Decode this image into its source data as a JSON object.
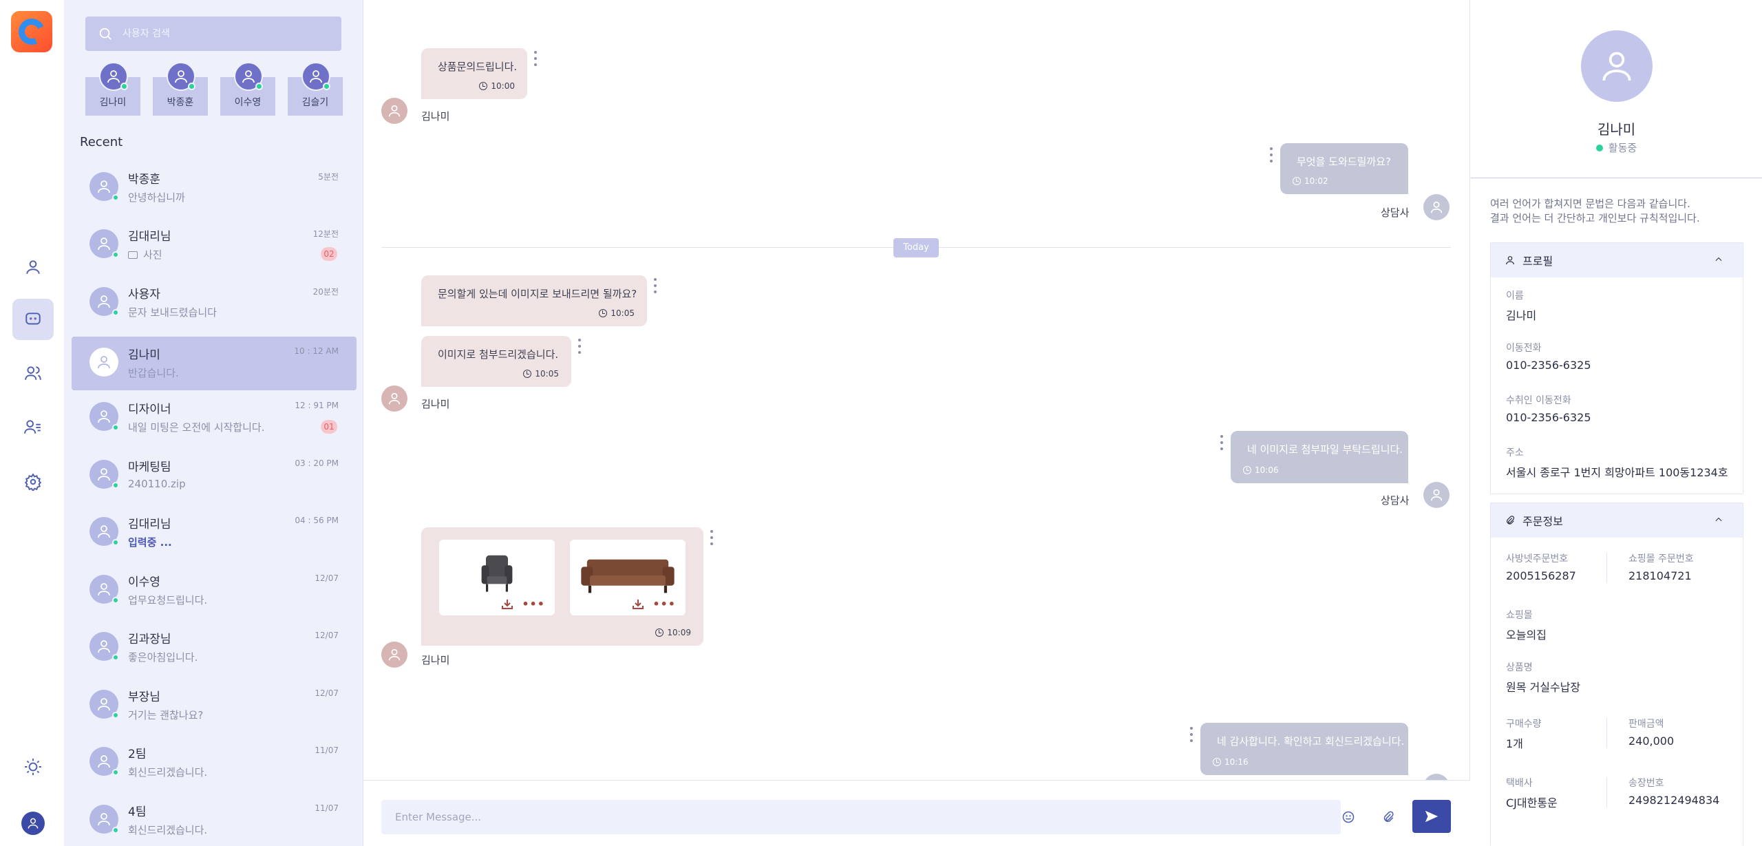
{
  "search": {
    "placeholder": "사용자 검색"
  },
  "favorites": [
    {
      "name": "김나미"
    },
    {
      "name": "박종훈"
    },
    {
      "name": "이수영"
    },
    {
      "name": "김슬기"
    }
  ],
  "recent_title": "Recent",
  "chats": [
    {
      "name": "박종훈",
      "message": "안녕하십니까",
      "time": "5분전",
      "badge": ""
    },
    {
      "name": "김대리님",
      "message": "사진",
      "time": "12분전",
      "badge": "02"
    },
    {
      "name": "사용자",
      "message": "문자 보내드렸습니다",
      "time": "20분전",
      "badge": ""
    },
    {
      "name": "김나미",
      "message": "반갑습니다.",
      "time": "10 : 12 AM",
      "badge": ""
    },
    {
      "name": "디자이너",
      "message": "내일 미팅은 오전에 시작합니다.",
      "time": "12 : 91 PM",
      "badge": "01"
    },
    {
      "name": "마케팅팀",
      "message": "240110.zip",
      "time": "03 : 20 PM",
      "badge": ""
    },
    {
      "name": "김대리님",
      "message": "입력중 ...",
      "time": "04 : 56 PM",
      "badge": ""
    },
    {
      "name": "이수영",
      "message": "업무요청드립니다.",
      "time": "12/07",
      "badge": ""
    },
    {
      "name": "김과장님",
      "message": "좋은아침입니다.",
      "time": "12/07",
      "badge": ""
    },
    {
      "name": "부장님",
      "message": "거기는 괜찮나요?",
      "time": "12/07",
      "badge": ""
    },
    {
      "name": "2팀",
      "message": "회신드리겠습니다.",
      "time": "11/07",
      "badge": ""
    },
    {
      "name": "4팀",
      "message": "회신드리겠습니다.",
      "time": "11/07",
      "badge": ""
    }
  ],
  "conversation": {
    "today_label": "Today",
    "messages": [
      {
        "text": "상품문의드립니다.",
        "time": "10:00",
        "sender": "김나미"
      },
      {
        "text": "무엇을 도와드릴까요?",
        "time": "10:02",
        "sender": "상담사"
      },
      {
        "text": "문의할게 있는데 이미지로 보내드리면 될까요?",
        "time": "10:05",
        "sender": ""
      },
      {
        "text": "이미지로 첨부드리겠습니다.",
        "time": "10:05",
        "sender": "김나미"
      },
      {
        "text": "네 이미지로 첨부파일 부탁드립니다.",
        "time": "10:06",
        "sender": "상담사"
      },
      {
        "text": "",
        "time": "10:09",
        "sender": "김나미"
      },
      {
        "text": "네 감사합니다. 확인하고 회신드리겠습니다.",
        "time": "10:16",
        "sender": ""
      }
    ],
    "attachments": [
      {
        "icon": "armchair-image"
      },
      {
        "icon": "sofa-image"
      }
    ],
    "composer_placeholder": "Enter Message..."
  },
  "profile": {
    "name": "김나미",
    "status": "활동중",
    "description": "여러 언어가 합쳐지면 문법은 다음과 같습니다.\n결과 언어는 더 간단하고 개인보다 규칙적입니다.",
    "profile_section": {
      "title": "프로필",
      "fields": [
        {
          "label": "이름",
          "value": "김나미"
        },
        {
          "label": "이동전화",
          "value": "010-2356-6325"
        },
        {
          "label": "수취인 이동전화",
          "value": "010-2356-6325"
        },
        {
          "label": "주소",
          "value": "서울시 종로구 1번지  희망아파트 100동1234호"
        }
      ]
    },
    "order_section": {
      "title": "주문정보",
      "sabang_order_label": "사방넷주문번호",
      "sabang_order_value": "2005156287",
      "mall_order_label": "쇼핑몰 주문번호",
      "mall_order_value": "218104721",
      "mall_label": "쇼핑몰",
      "mall_value": "오늘의집",
      "product_label": "상품명",
      "product_value": "원목 거실수납장",
      "qty_label": "구매수량",
      "qty_value": "1개",
      "price_label": "판매금액",
      "price_value": "240,000",
      "courier_label": "택배사",
      "courier_value": "CJ대한통운",
      "tracking_label": "송장번호",
      "tracking_value": "2498212494834"
    }
  },
  "colors": {
    "accent": "#3b4aa7",
    "list_bg": "#eef1fb",
    "online": "#2bd39a",
    "incoming_bubble": "#f0e3e3",
    "outgoing_bubble": "#c3c6d6"
  }
}
